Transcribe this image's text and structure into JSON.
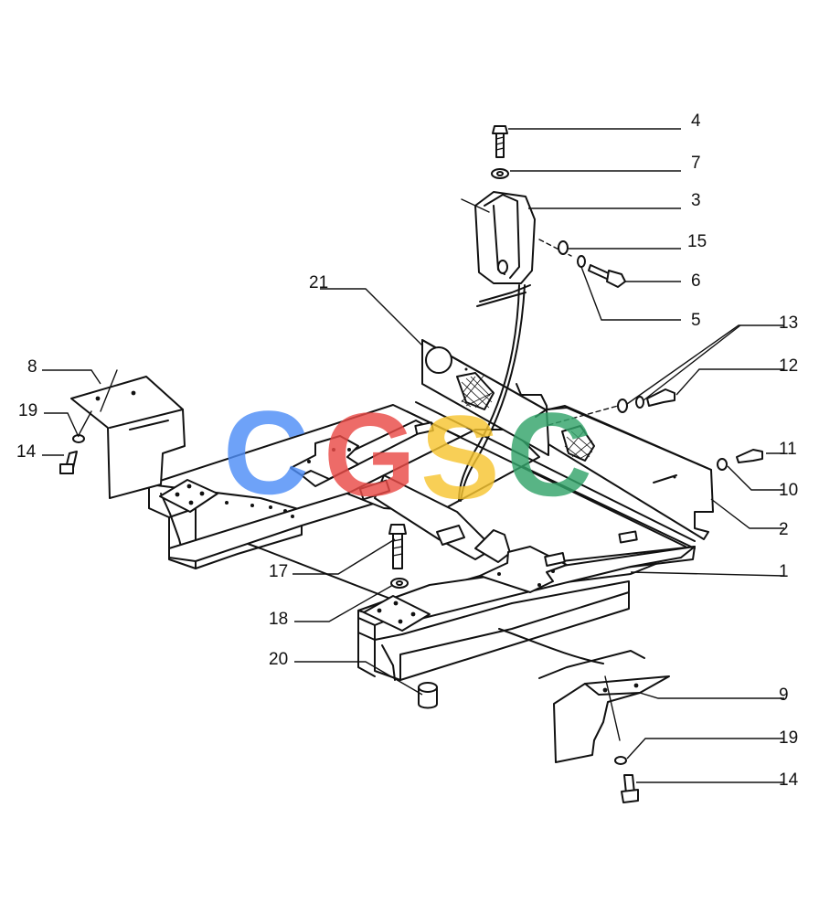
{
  "figure": {
    "type": "exploded parts diagram",
    "callouts": [
      "1",
      "2",
      "3",
      "4",
      "5",
      "6",
      "7",
      "8",
      "9",
      "10",
      "11",
      "12",
      "13",
      "14",
      "14",
      "15",
      "17",
      "18",
      "19",
      "19",
      "20",
      "21"
    ]
  },
  "watermark": {
    "letters": [
      "C",
      "G",
      "S",
      "C"
    ],
    "colors": [
      "#4f8ef7",
      "#ea4b47",
      "#f7c531",
      "#34a46b"
    ]
  },
  "labels": {
    "n1": "1",
    "n2": "2",
    "n3": "3",
    "n4": "4",
    "n5": "5",
    "n6": "6",
    "n7": "7",
    "n8": "8",
    "n9": "9",
    "n10": "10",
    "n11": "11",
    "n12": "12",
    "n13": "13",
    "n14a": "14",
    "n14b": "14",
    "n15": "15",
    "n17": "17",
    "n18": "18",
    "n19a": "19",
    "n19b": "19",
    "n20": "20",
    "n21": "21"
  }
}
